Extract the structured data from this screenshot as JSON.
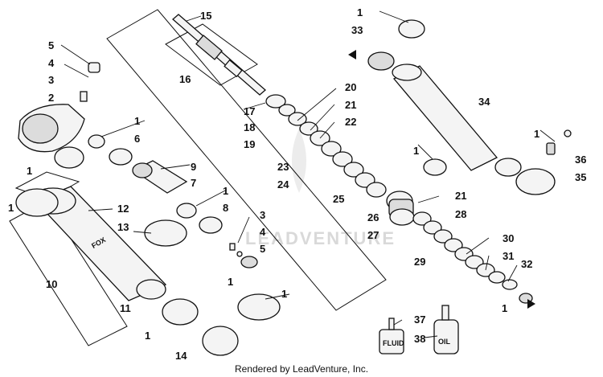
{
  "diagram": {
    "watermark": "LEADVENTURE",
    "footer": "Rendered by LeadVenture, Inc.",
    "bottle_labels": {
      "fluid": "FLUID",
      "oil": "OIL"
    },
    "brand_logo": "FOX",
    "callouts": {
      "c15": "15",
      "c16": "16",
      "c17": "17",
      "c18": "18",
      "c19": "19",
      "c20": "20",
      "c21a": "21",
      "c22": "22",
      "c23": "23",
      "c24": "24",
      "c25": "25",
      "c26": "26",
      "c27": "27",
      "c21b": "21",
      "c28": "28",
      "c29": "29",
      "c30": "30",
      "c31": "31",
      "c32": "32",
      "c1_bottom_right": "1",
      "c1_top": "1",
      "c33": "33",
      "c34": "34",
      "c1_right": "1",
      "c36": "36",
      "c35": "35",
      "c5a": "5",
      "c4a": "4",
      "c3a": "3",
      "c2": "2",
      "c1_left_a": "1",
      "c6": "6",
      "c1_left_b": "1",
      "c9": "9",
      "c7": "7",
      "c1_mid": "1",
      "c8": "8",
      "c1_far_left": "1",
      "c12": "12",
      "c13": "13",
      "c3b": "3",
      "c4b": "4",
      "c5b": "5",
      "c10": "10",
      "c11": "11",
      "c1_lower_a": "1",
      "c1_lower_b": "1",
      "c1_lower_c": "1",
      "c14": "14",
      "c37": "37",
      "c38": "38",
      "c1_mid_right": "1"
    }
  }
}
